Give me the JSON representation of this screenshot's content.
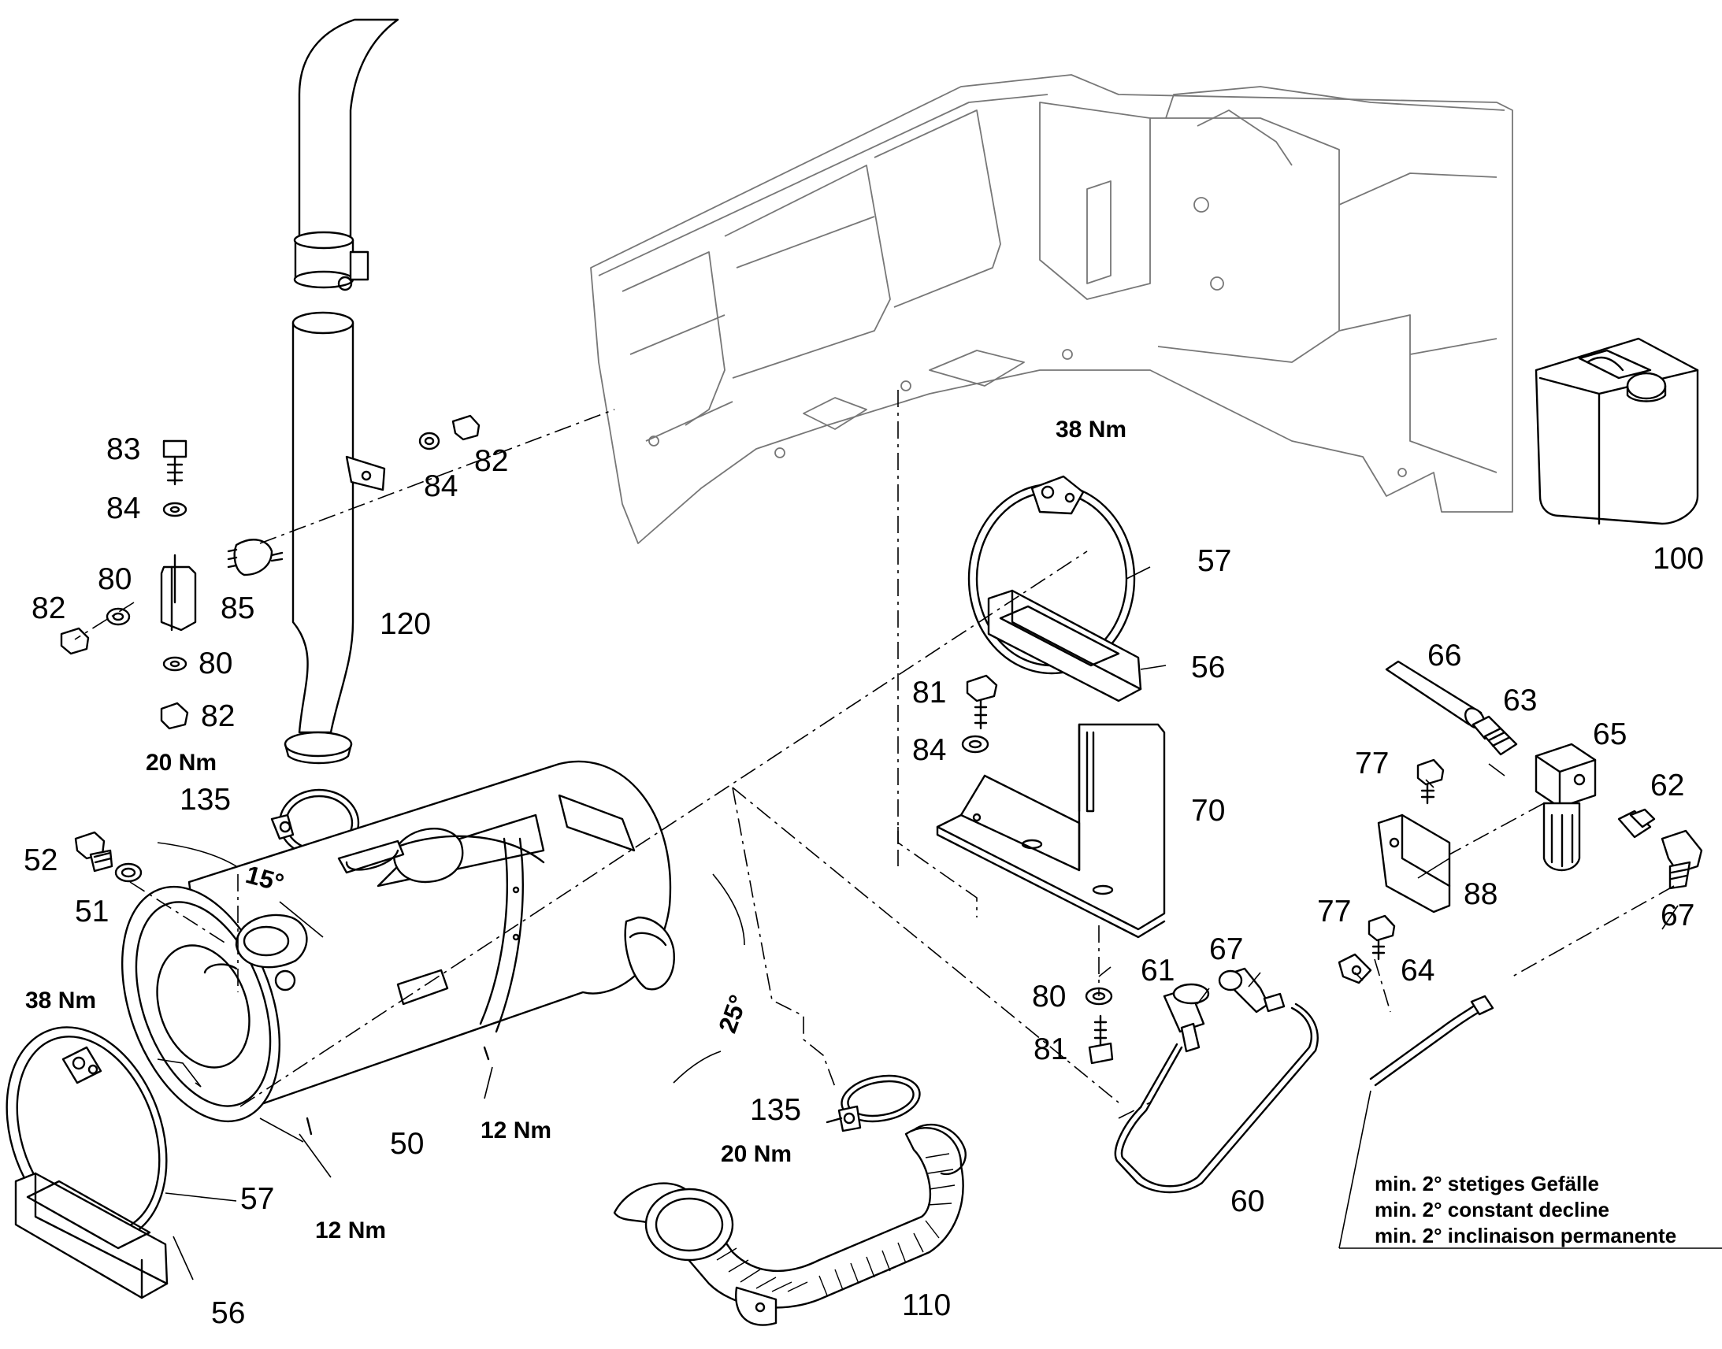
{
  "labels": {
    "p83": "83",
    "p84a": "84",
    "p80a": "80",
    "p82a": "82",
    "p85": "85",
    "p80b": "80",
    "p82b": "82",
    "p82c": "82",
    "p84b": "84",
    "p120": "120",
    "p135a": "135",
    "p52": "52",
    "p51": "51",
    "p57a": "57",
    "p56a": "56",
    "p50": "50",
    "p135b": "135",
    "p110": "110",
    "p57b": "57",
    "p56b": "56",
    "p81a": "81",
    "p84c": "84",
    "p70": "70",
    "p80c": "80",
    "p81b": "81",
    "p61": "61",
    "p67a": "67",
    "p60": "60",
    "p66": "66",
    "p63": "63",
    "p65": "65",
    "p77a": "77",
    "p62": "62",
    "p88": "88",
    "p67b": "67",
    "p77b": "77",
    "p64": "64",
    "p100": "100"
  },
  "torques": {
    "t20a": "20 Nm",
    "t38a": "38 Nm",
    "t12a": "12 Nm",
    "t12b": "12 Nm",
    "t20b": "20 Nm",
    "t38b": "38 Nm"
  },
  "angles": {
    "a15": "15°",
    "a25": "25°"
  },
  "note": {
    "line1": "min. 2° stetiges Gefälle",
    "line2": "min. 2° constant decline",
    "line3": "min. 2° inclinaison permanente"
  },
  "icons": [
    "exhaust-pipe",
    "muffler",
    "clamp",
    "bracket",
    "canister",
    "frame",
    "fuel-filter",
    "fitting"
  ]
}
